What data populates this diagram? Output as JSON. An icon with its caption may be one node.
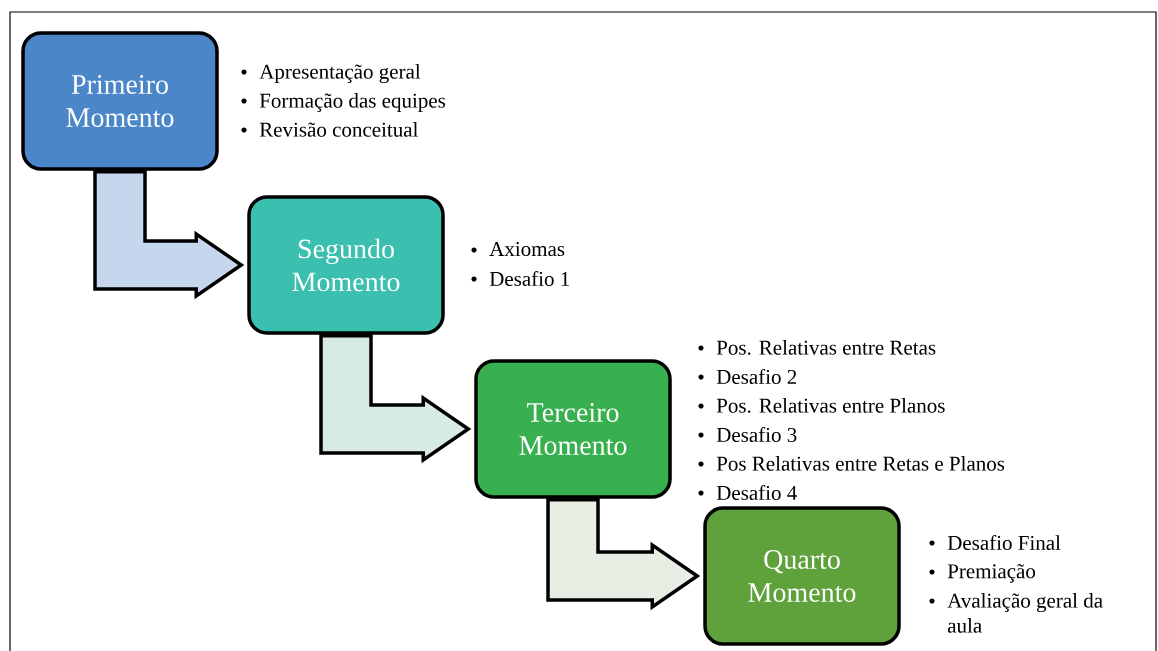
{
  "diagram": {
    "nodes": [
      {
        "text": [
          "Primeiro Momento"
        ],
        "beside": [
          "Apresentação geral",
          "Formação das equipes",
          "Revisão conceitual"
        ]
      },
      {
        "text": [
          "Segundo Momento"
        ],
        "beside": [
          "Axiomas",
          "Desafio 1"
        ]
      },
      {
        "text": [
          "Terceiro Momento"
        ],
        "beside": [
          "Pos. Relativas entre Retas",
          "Desafio 2",
          "Pos. Relativas entre Planos",
          "Desafio 3",
          "Pos Relativas entre Retas e Planos",
          "Desafio 4"
        ]
      },
      {
        "text": [
          "Quarto Momento"
        ],
        "beside": [
          "Desafio Final",
          "Premiação",
          "Avaliação geral da aula"
        ]
      }
    ],
    "edges": [
      {
        "from": 0,
        "to": 1,
        "arrow": "to",
        "style": "thick",
        "color": "#c6d6ec"
      },
      {
        "from": 1,
        "to": 2,
        "arrow": "to",
        "style": "thick",
        "color": "#d8ebe3"
      },
      {
        "from": 2,
        "to": 3,
        "arrow": "to",
        "style": "thick",
        "color": "#e7eee4"
      }
    ]
  }
}
